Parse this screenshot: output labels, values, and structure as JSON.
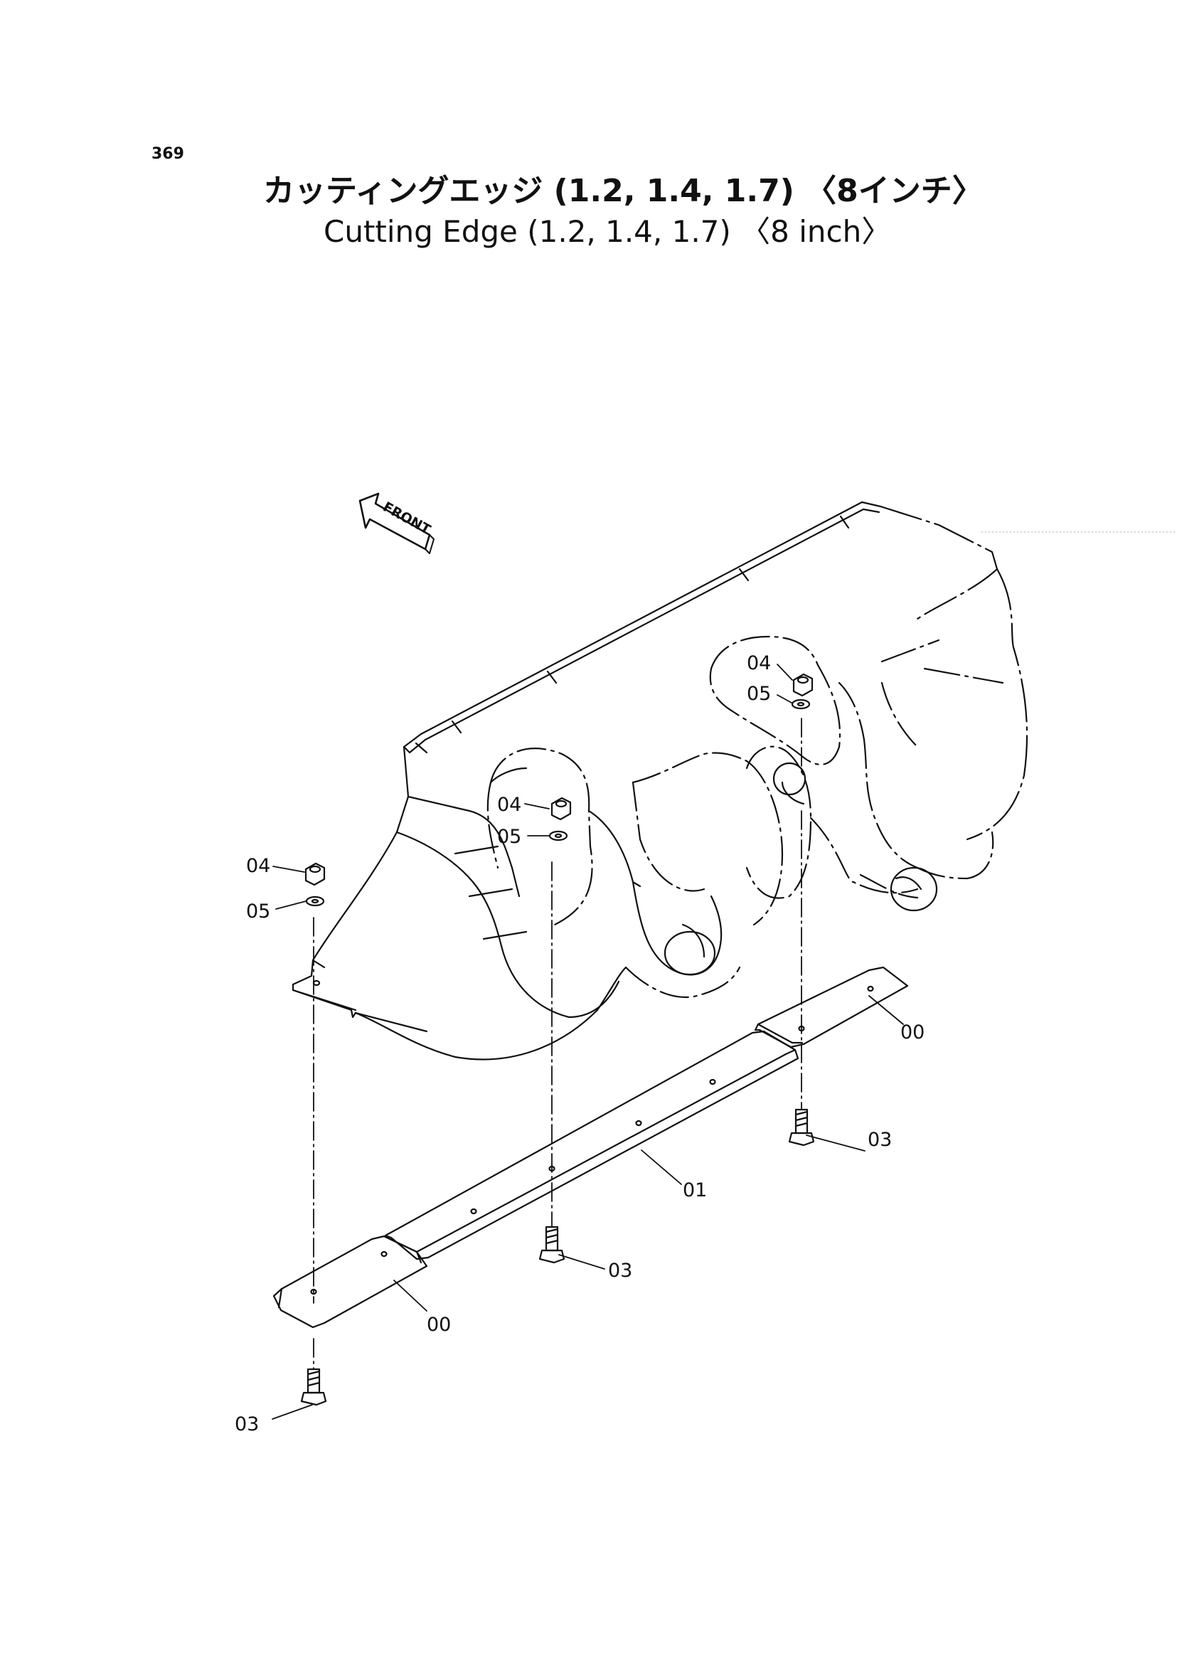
{
  "page_number": "369",
  "title_jp": "カッティングエッジ (1.2, 1.4, 1.7) 〈8インチ〉",
  "title_en": "Cutting Edge (1.2, 1.4, 1.7) 〈8 inch〉",
  "front_arrow_label": "FRONT",
  "callouts": {
    "c04_right": "04",
    "c05_right": "05",
    "c04_mid": "04",
    "c05_mid": "05",
    "c04_left": "04",
    "c05_left": "05",
    "c00_right": "00",
    "c03_right": "03",
    "c01": "01",
    "c03_mid": "03",
    "c00_left": "00",
    "c03_left": "03"
  }
}
